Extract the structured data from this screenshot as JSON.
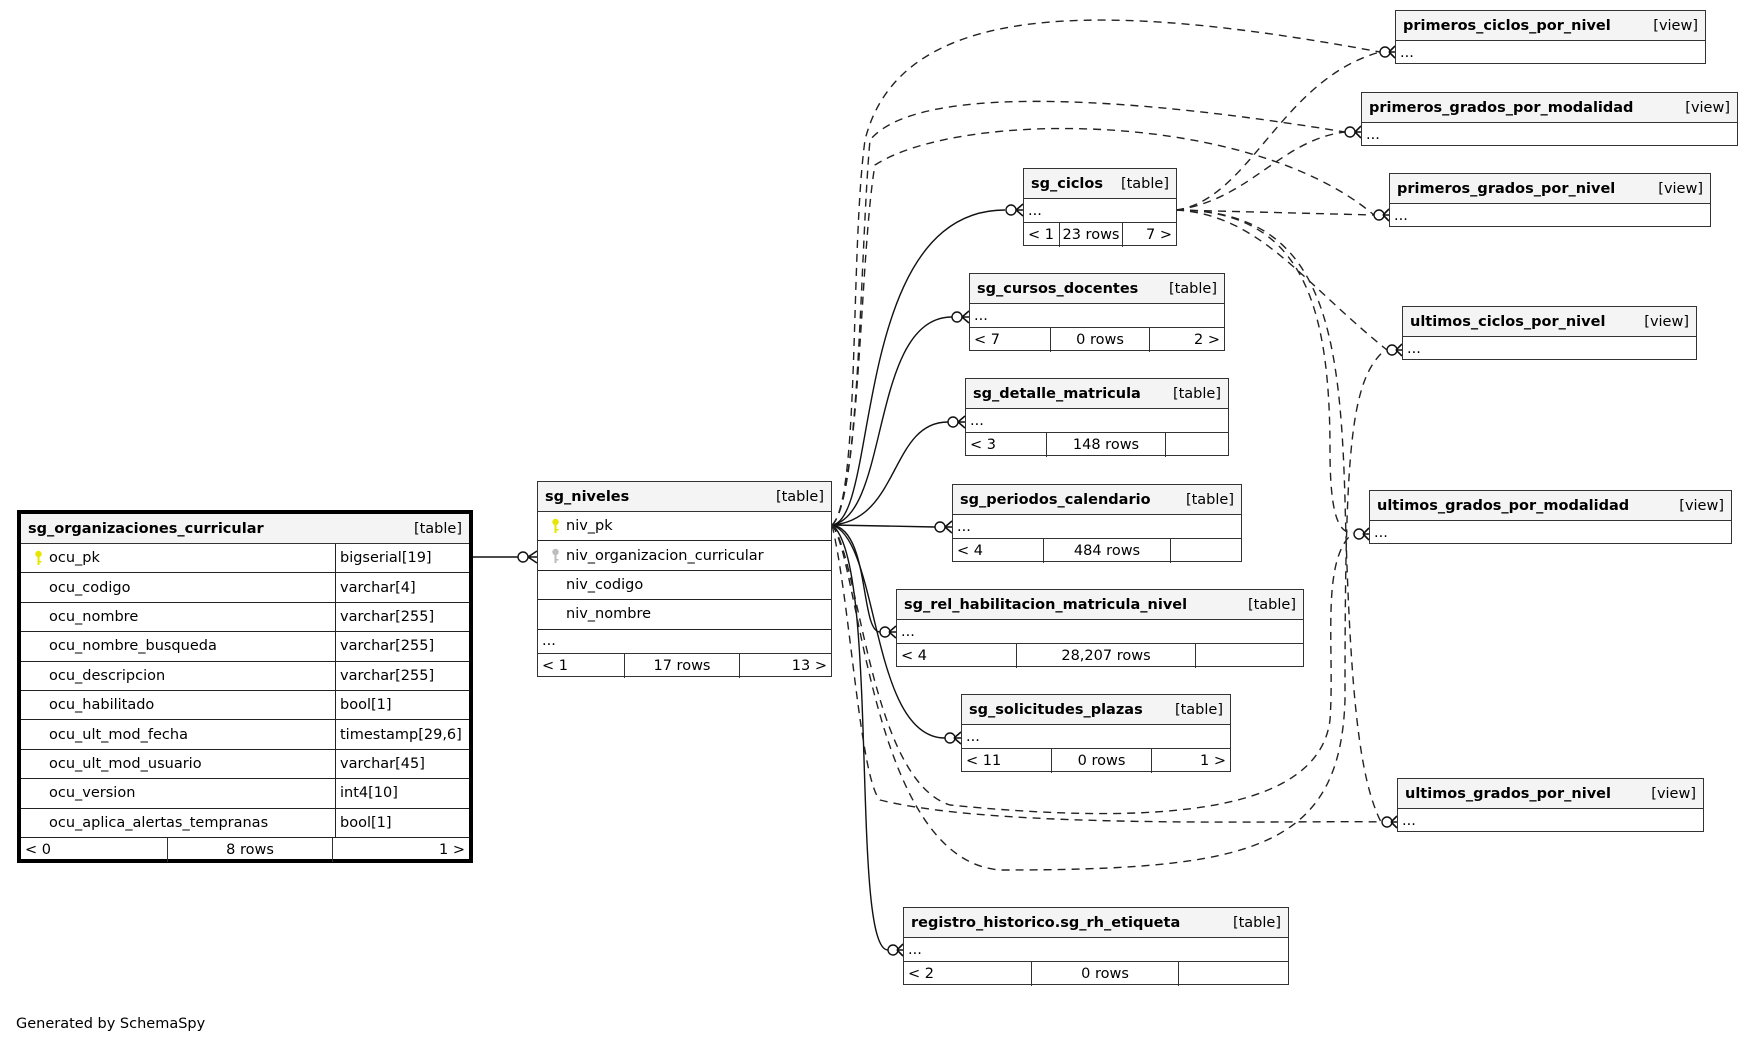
{
  "credit": "Generated by SchemaSpy",
  "key_colors": {
    "primary_key": "#e6e600",
    "foreign_key": "#bdbdbd"
  },
  "tables": {
    "org": {
      "name": "sg_organizaciones_curricular",
      "kind": "[table]",
      "columns": [
        {
          "name": "ocu_pk",
          "type": "bigserial[19]",
          "key": "primary"
        },
        {
          "name": "ocu_codigo",
          "type": "varchar[4]"
        },
        {
          "name": "ocu_nombre",
          "type": "varchar[255]"
        },
        {
          "name": "ocu_nombre_busqueda",
          "type": "varchar[255]"
        },
        {
          "name": "ocu_descripcion",
          "type": "varchar[255]"
        },
        {
          "name": "ocu_habilitado",
          "type": "bool[1]"
        },
        {
          "name": "ocu_ult_mod_fecha",
          "type": "timestamp[29,6]"
        },
        {
          "name": "ocu_ult_mod_usuario",
          "type": "varchar[45]"
        },
        {
          "name": "ocu_version",
          "type": "int4[10]"
        },
        {
          "name": "ocu_aplica_alertas_tempranas",
          "type": "bool[1]"
        }
      ],
      "footer": {
        "parents": "< 0",
        "rows": "8 rows",
        "children": "1 >"
      }
    },
    "niveles": {
      "name": "sg_niveles",
      "kind": "[table]",
      "columns": [
        {
          "name": "niv_pk",
          "key": "primary"
        },
        {
          "name": "niv_organizacion_curricular",
          "key": "foreign"
        },
        {
          "name": "niv_codigo"
        },
        {
          "name": "niv_nombre"
        }
      ],
      "ellipsis": "...",
      "footer": {
        "parents": "< 1",
        "rows": "17 rows",
        "children": "13 >"
      }
    },
    "ciclos": {
      "name": "sg_ciclos",
      "kind": "[table]",
      "ellipsis": "...",
      "footer": {
        "parents": "< 1",
        "rows": "23 rows",
        "children": "7 >"
      }
    },
    "cursos": {
      "name": "sg_cursos_docentes",
      "kind": "[table]",
      "ellipsis": "...",
      "footer": {
        "parents": "< 7",
        "rows": "0 rows",
        "children": "2 >"
      }
    },
    "detalle": {
      "name": "sg_detalle_matricula",
      "kind": "[table]",
      "ellipsis": "...",
      "footer": {
        "parents": "< 3",
        "rows": "148 rows",
        "children": ""
      }
    },
    "periodos": {
      "name": "sg_periodos_calendario",
      "kind": "[table]",
      "ellipsis": "...",
      "footer": {
        "parents": "< 4",
        "rows": "484 rows",
        "children": ""
      }
    },
    "rel": {
      "name": "sg_rel_habilitacion_matricula_nivel",
      "kind": "[table]",
      "ellipsis": "...",
      "footer": {
        "parents": "< 4",
        "rows": "28,207 rows",
        "children": ""
      }
    },
    "solicitudes": {
      "name": "sg_solicitudes_plazas",
      "kind": "[table]",
      "ellipsis": "...",
      "footer": {
        "parents": "< 11",
        "rows": "0 rows",
        "children": "1 >"
      }
    },
    "registro": {
      "name": "registro_historico.sg_rh_etiqueta",
      "kind": "[table]",
      "ellipsis": "...",
      "footer": {
        "parents": "< 2",
        "rows": "0 rows",
        "children": ""
      }
    }
  },
  "views": {
    "pcn": {
      "name": "primeros_ciclos_por_nivel",
      "kind": "[view]",
      "ellipsis": "..."
    },
    "pgm": {
      "name": "primeros_grados_por_modalidad",
      "kind": "[view]",
      "ellipsis": "..."
    },
    "pgn": {
      "name": "primeros_grados_por_nivel",
      "kind": "[view]",
      "ellipsis": "..."
    },
    "ucn": {
      "name": "ultimos_ciclos_por_nivel",
      "kind": "[view]",
      "ellipsis": "..."
    },
    "ugm": {
      "name": "ultimos_grados_por_modalidad",
      "kind": "[view]",
      "ellipsis": "..."
    },
    "ugn": {
      "name": "ultimos_grados_por_nivel",
      "kind": "[view]",
      "ellipsis": "..."
    }
  }
}
